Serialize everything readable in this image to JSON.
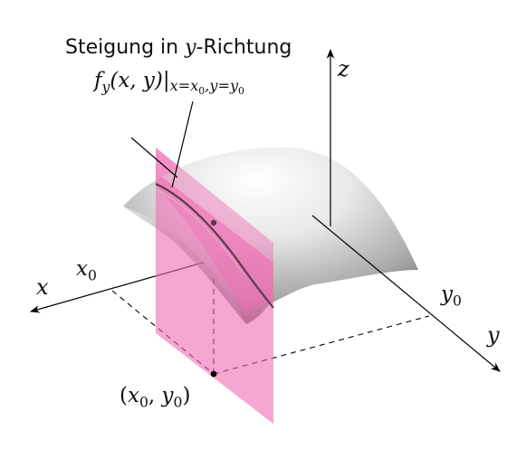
{
  "annotation": {
    "heading_text": "Steigung in ",
    "heading_var": "y",
    "heading_suffix": "-Richtung",
    "formula_main": "f",
    "formula_sub": "y",
    "formula_args": "(x, y)|",
    "formula_cond": "x=x",
    "formula_cond2": "0",
    "formula_cond3": ",y=y",
    "formula_cond4": "0"
  },
  "axes": {
    "x": "x",
    "y": "y",
    "z": "z"
  },
  "ticks": {
    "x0_var": "x",
    "x0_sub": "0",
    "y0_var": "y",
    "y0_sub": "0"
  },
  "point": {
    "open": "(",
    "x_var": "x",
    "x_sub": "0",
    "sep": ", ",
    "y_var": "y",
    "y_sub": "0",
    "close": ")"
  },
  "colors": {
    "plane": "#f06cb2",
    "surface_light": "#ffffff",
    "surface_dark": "#3a3a3a",
    "axis": "#000000"
  }
}
